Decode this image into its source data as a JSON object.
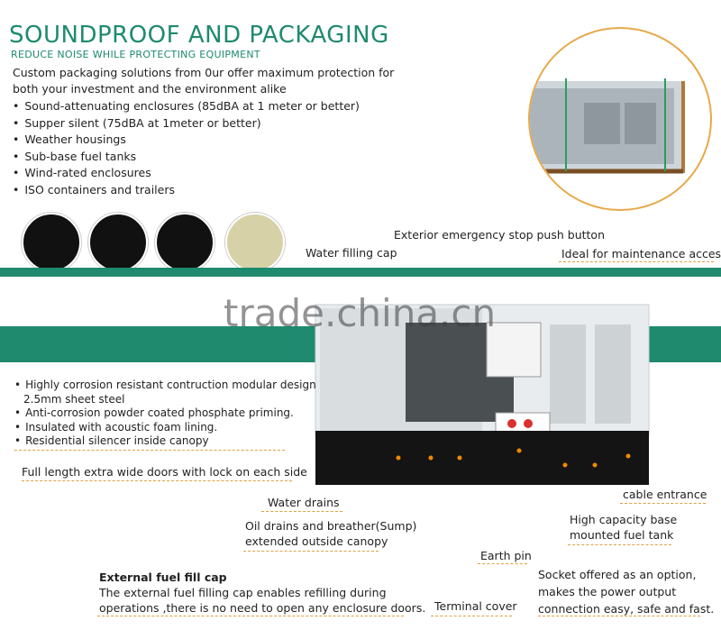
{
  "header": {
    "title": "SOUNDPROOF AND PACKAGING",
    "subtitle": "REDUCE NOISE WHILE PROTECTING EQUIPMENT"
  },
  "intro": {
    "line1": "Custom packaging solutions from 0ur offer maximum protection for",
    "line2": "both your investment and the environment alike",
    "bullets": [
      "Sound-attenuating enclosures (85dBA at 1 meter or better)",
      "Supper silent (75dBA at 1meter or better)",
      "Weather housings",
      "Sub-base fuel tanks",
      "Wind-rated enclosures",
      "ISO containers and trailers"
    ]
  },
  "watermark": "trade.china.cn",
  "callouts": {
    "exterior_stop": "Exterior emergency stop push button",
    "water_filling": "Water filling cap",
    "maintenance": "Ideal for maintenance access",
    "full_length_doors": "Full length extra wide doors with lock on each side",
    "water_drains": "Water drains",
    "cable_entrance": "cable entrance",
    "oil_drains_1": "Oil drains and breather(Sump)",
    "oil_drains_2": "extended outside canopy",
    "fuel_tank_1": "High capacity base",
    "fuel_tank_2": "mounted fuel tank",
    "earth_pin": "Earth pin",
    "terminal_cover": "Terminal cover",
    "socket_1": "Socket offered as an option,",
    "socket_2": "makes the power output",
    "socket_3": "connection easy, safe and fast."
  },
  "design_list": {
    "items": [
      "Highly corrosion resistant contruction modular design",
      "Anti-corrosion powder coated phosphate priming.",
      "Insulated with acoustic foam lining.",
      "Residential silencer inside canopy"
    ],
    "sub": "2.5mm sheet steel"
  },
  "fuel_cap": {
    "heading": "External fuel fill cap",
    "line1": "The external fuel filling cap enables refilling during",
    "line2": "operations ,there is no need to open any enclosure doors."
  },
  "colors": {
    "accent": "#1f8a6e",
    "leader": "#e0a040"
  }
}
